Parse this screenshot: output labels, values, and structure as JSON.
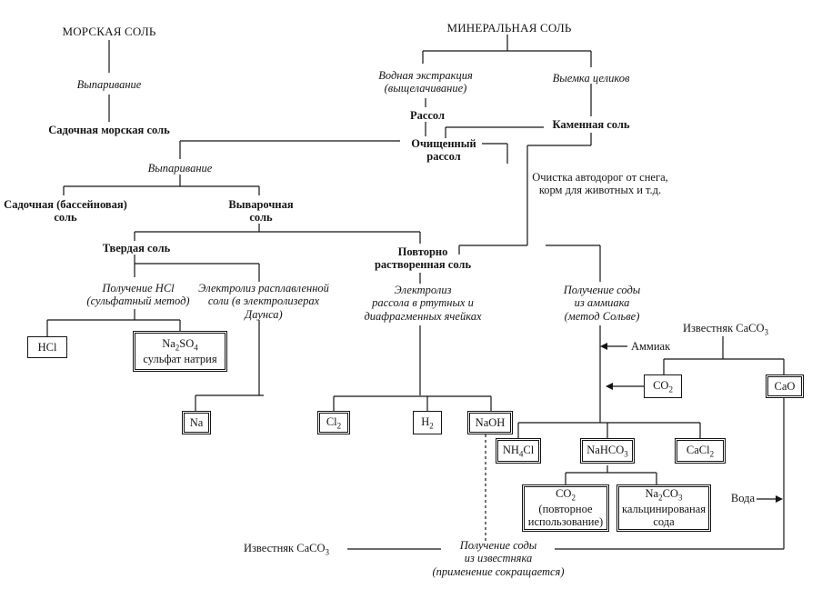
{
  "nodes": {
    "sea_salt": "МОРСКАЯ СОЛЬ",
    "mineral_salt": "МИНЕРАЛЬНАЯ СОЛЬ",
    "evaporation_1": "Выпаривание",
    "sea_salt_sediment": "Садочная морская соль",
    "water_extraction_1": "Водная экстракция",
    "water_extraction_2": "(выщелачивание)",
    "block_mining": "Выемка целиков",
    "brine": "Рассол",
    "rock_salt": "Каменная соль",
    "purified_brine_1": "Очищенный",
    "purified_brine_2": "рассол",
    "road_cleaning_1": "Очистка автодорог от снега,",
    "road_cleaning_2": "корм для животных и т.д.",
    "evaporation_2": "Выпаривание",
    "pool_salt_1": "Садочная (бассейновая)",
    "pool_salt_2": "соль",
    "boiled_salt_1": "Выварочная",
    "boiled_salt_2": "соль",
    "solid_salt": "Твердая соль",
    "redissolved_salt_1": "Повторно",
    "redissolved_salt_2": "растворенная соль",
    "hcl_production_1": "Получение HCl",
    "hcl_production_2": "(сульфатный метод)",
    "melt_electrolysis_1": "Электролиз расплавленной",
    "melt_electrolysis_2": "соли (в электролизерах",
    "melt_electrolysis_3": "Даунса)",
    "brine_electrolysis_1": "Электролиз",
    "brine_electrolysis_2": "рассола в ртутных и",
    "brine_electrolysis_3": "диафрагменных ячейках",
    "soda_ammonia_1": "Получение соды",
    "soda_ammonia_2": "из аммиака",
    "soda_ammonia_3": "(метод Сольве)",
    "limestone_top": "Известняк CaCO",
    "limestone_top_sub": "3",
    "ammonia": "Аммиак",
    "water": "Вода",
    "limestone_bottom": "Известняк CaCO",
    "limestone_bottom_sub": "3",
    "soda_limestone_1": "Получение соды",
    "soda_limestone_2": "из известняка",
    "soda_limestone_3": "(применение сокращается)"
  },
  "boxes": {
    "hcl": "HCl",
    "na2so4_f": "Na",
    "na2so4_s1": "2",
    "na2so4_m": "SO",
    "na2so4_s2": "4",
    "na2so4_desc": "сульфат натрия",
    "na": "Na",
    "cl2_f": "Cl",
    "cl2_s": "2",
    "h2_f": "H",
    "h2_s": "2",
    "naoh": "NaOH",
    "co2_top_f": "CO",
    "co2_top_s": "2",
    "cao": "CaO",
    "nh4cl_f": "NH",
    "nh4cl_s": "4",
    "nh4cl_e": "Cl",
    "nahco3_f": "NaHCO",
    "nahco3_s": "3",
    "cacl2_f": "CaCl",
    "cacl2_s": "2",
    "co2_reuse_f": "CO",
    "co2_reuse_s": "2",
    "co2_reuse_d1": "(повторное",
    "co2_reuse_d2": "использование)",
    "na2co3_f": "Na",
    "na2co3_s1": "2",
    "na2co3_m": "CO",
    "na2co3_s2": "3",
    "na2co3_d1": "кальцинированая",
    "na2co3_d2": "сода"
  },
  "colors": {
    "ink": "#141414",
    "paper": "#ffffff"
  }
}
